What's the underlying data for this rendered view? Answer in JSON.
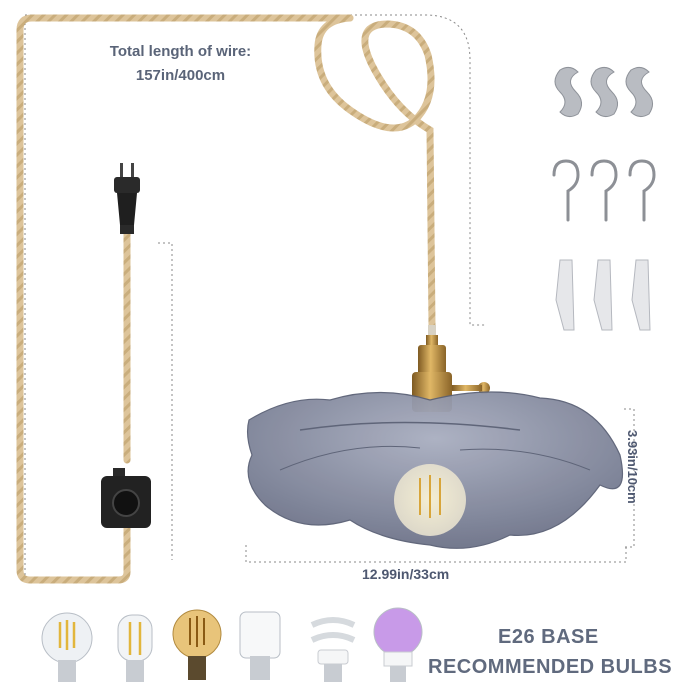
{
  "wire": {
    "label": "Total length of wire:",
    "length": "157in/400cm"
  },
  "shade": {
    "width_label": "12.99in/33cm",
    "height_label": "3.93in/10cm"
  },
  "bulbs": {
    "title": "E26 BASE",
    "subtitle": "RECOMMENDED BULBS",
    "types": [
      "clear-filament-bulb-icon",
      "clear-tubular-bulb-icon",
      "amber-filament-bulb-icon",
      "corn-led-bulb-icon",
      "spiral-cfl-bulb-icon",
      "rgb-smart-bulb-icon"
    ]
  },
  "hardware": [
    "ceiling-plate-icon",
    "screw-hook-icon",
    "wall-anchor-icon"
  ],
  "colors": {
    "wire": "#d8bf93",
    "brass": "#b88a3c",
    "glass": "#7c8399",
    "text": "#5a6478"
  }
}
